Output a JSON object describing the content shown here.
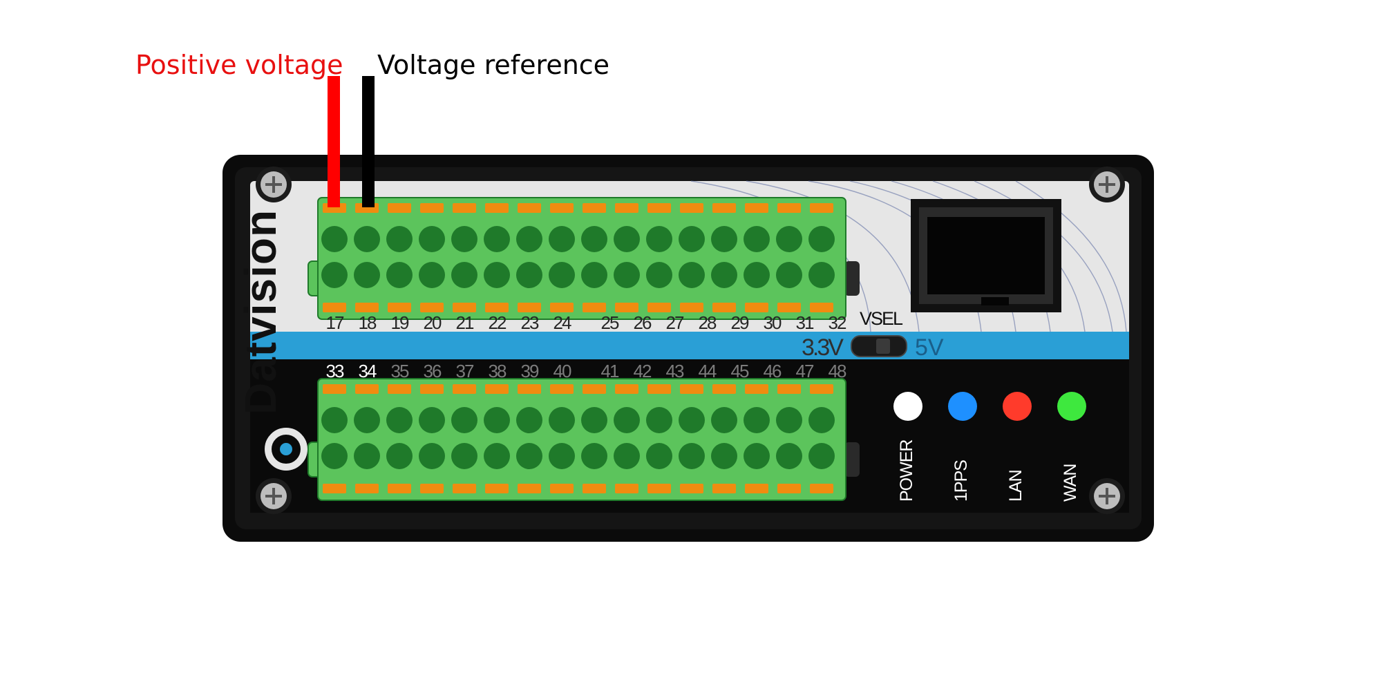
{
  "annotations": {
    "positive_label": "Positive voltage",
    "reference_label": "Voltage reference",
    "positive_color": "#e81010",
    "reference_color": "#000000"
  },
  "device": {
    "brand": "Datvision",
    "top_row_numbers": [
      "17",
      "18",
      "19",
      "20",
      "21",
      "22",
      "23",
      "24",
      "25",
      "26",
      "27",
      "28",
      "29",
      "30",
      "31",
      "32"
    ],
    "bottom_row_numbers": [
      "33",
      "34",
      "35",
      "36",
      "37",
      "38",
      "39",
      "40",
      "41",
      "42",
      "43",
      "44",
      "45",
      "46",
      "47",
      "48"
    ],
    "vsel": {
      "label": "VSEL",
      "left": "3.3V",
      "right": "5V"
    },
    "leds": [
      {
        "name": "POWER",
        "color": "#ffffff"
      },
      {
        "name": "1PPS",
        "color": "#1e90ff"
      },
      {
        "name": "LAN",
        "color": "#ff3b2b"
      },
      {
        "name": "WAN",
        "color": "#3ee83e"
      }
    ],
    "colors": {
      "terminal_green": "#5cc45c",
      "terminal_dark": "#1f7a2a",
      "lever_orange": "#f08c10",
      "accent_blue": "#2a9fd6",
      "body_black": "#0e0e0e"
    }
  }
}
